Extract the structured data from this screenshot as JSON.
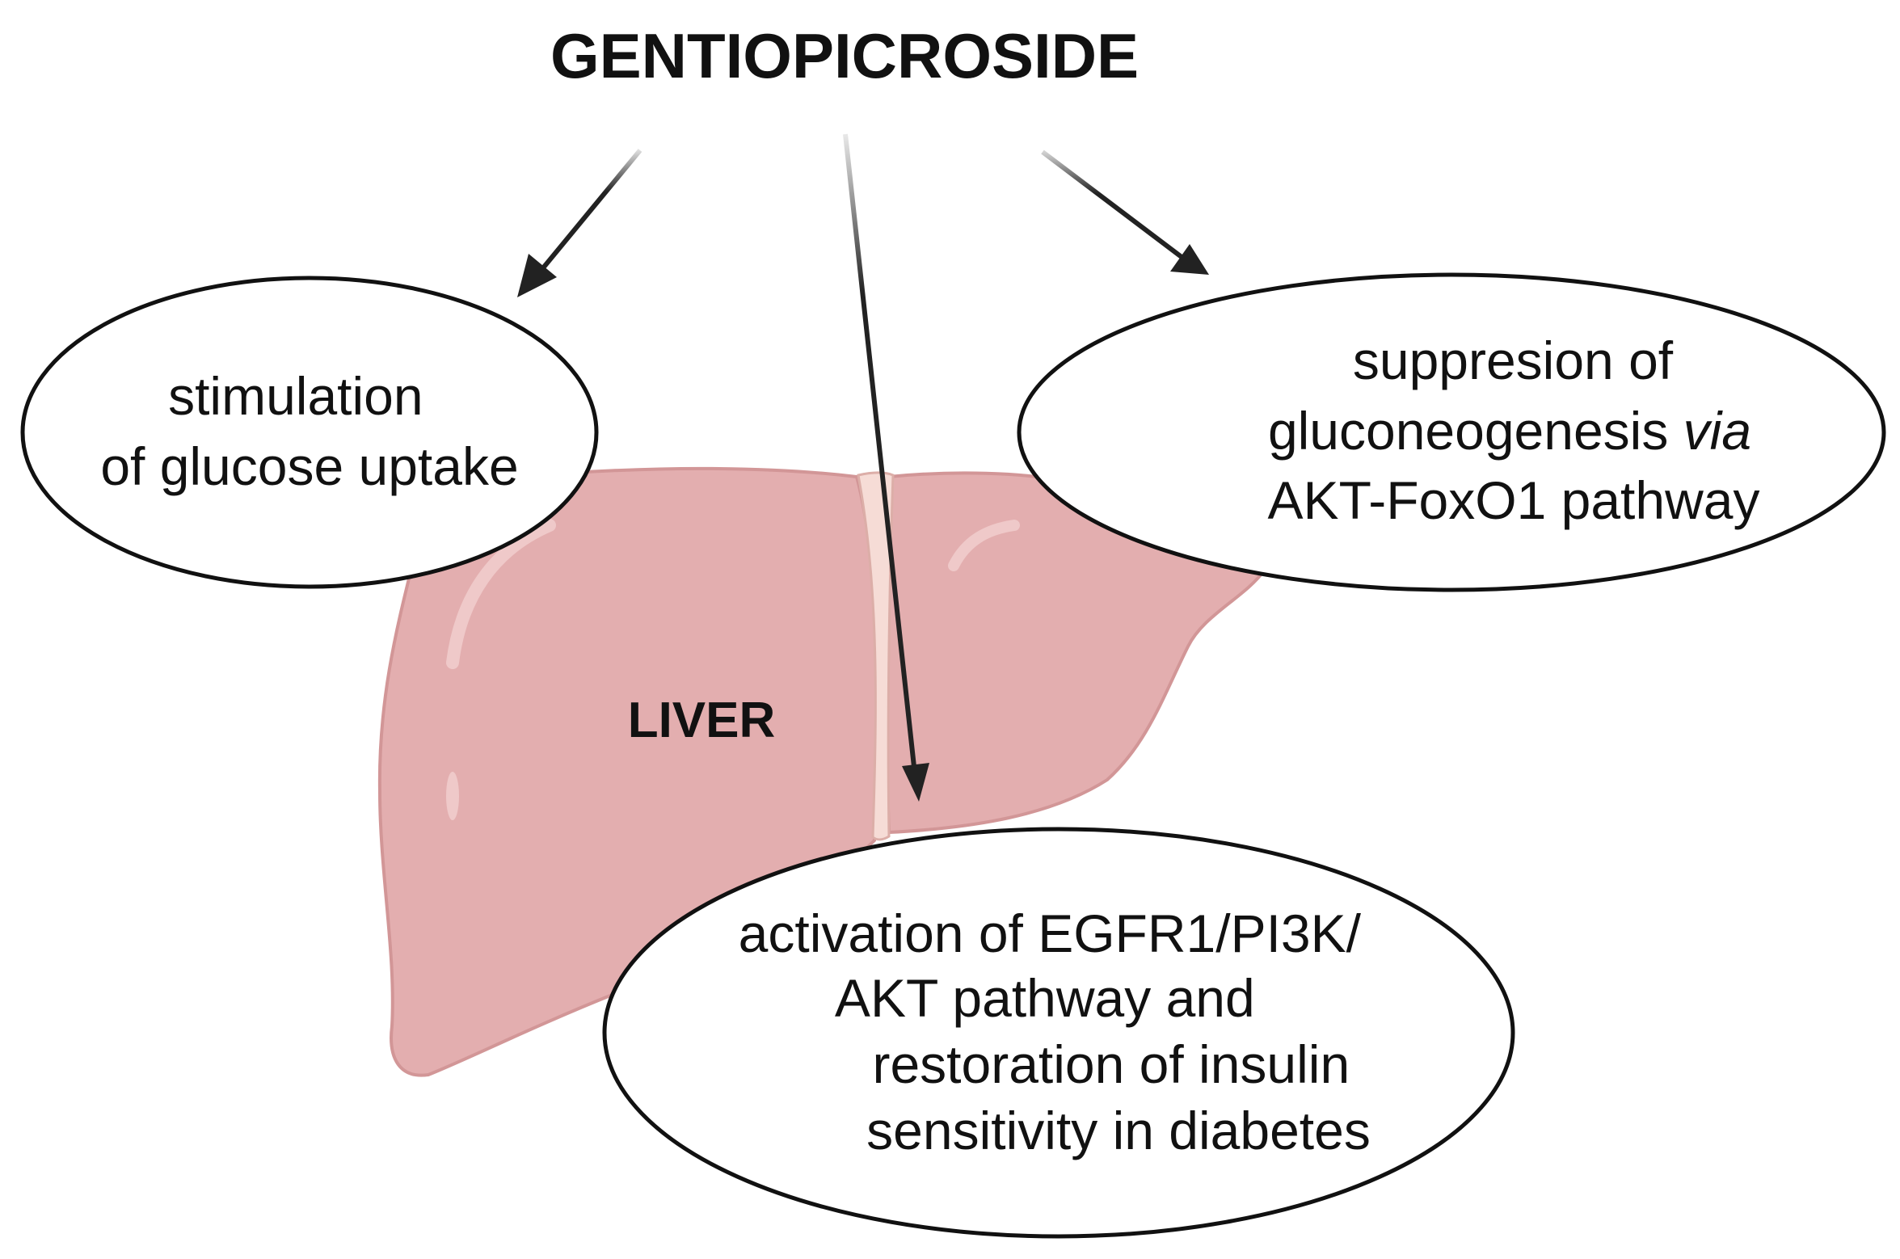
{
  "title": "GENTIOPICROSIDE",
  "organ": {
    "label": "LIVER",
    "icon": "liver-icon"
  },
  "effects": {
    "left": {
      "line1": "stimulation",
      "line2": "of glucose uptake"
    },
    "right": {
      "line1": "suppresion of",
      "line2_regular": "gluconeogenesis ",
      "line2_italic": "via",
      "line3": "AKT-FoxO1 pathway"
    },
    "bottom": {
      "line1": "activation of EGFR1/PI3K/",
      "line2": "AKT pathway and",
      "line3": "restoration of insulin",
      "line4": "sensitivity in diabetes"
    }
  },
  "colors": {
    "liver_fill": "#e3aeaf",
    "liver_dark": "#d29697",
    "liver_highlight": "#efc9c9",
    "ligament": "#f6dcd6",
    "arrow": "#222222",
    "text": "#111111"
  }
}
